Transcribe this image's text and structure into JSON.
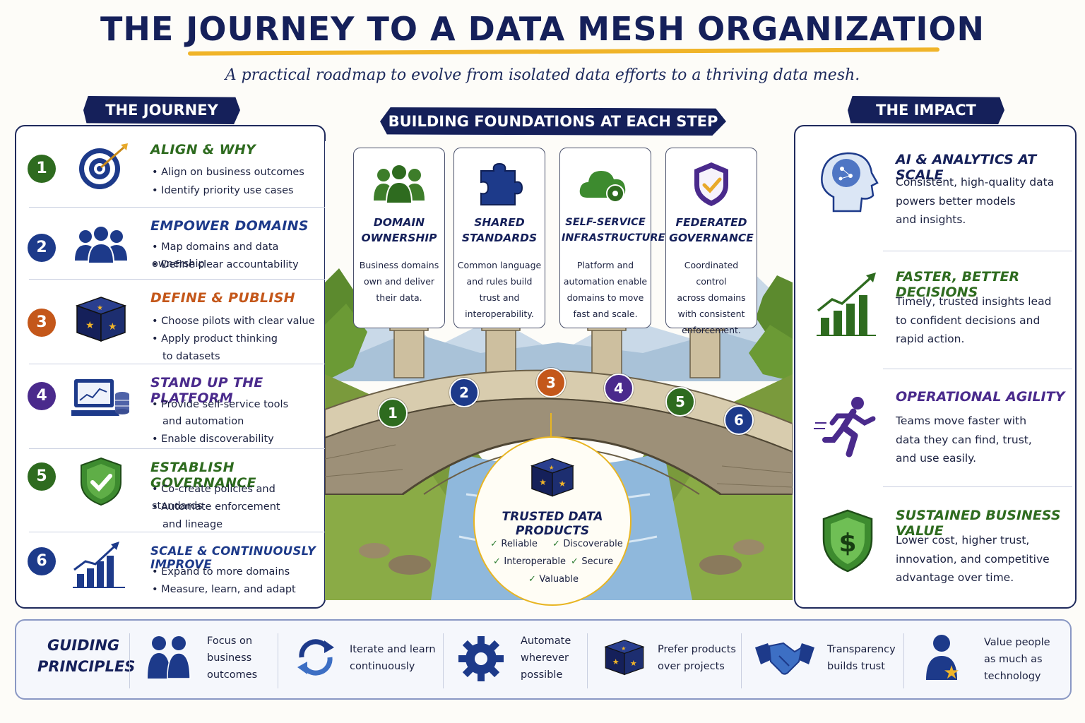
{
  "header": {
    "title": "THE JOURNEY TO A DATA MESH ORGANIZATION",
    "subtitle": "A practical roadmap to evolve from isolated data efforts to a thriving data mesh."
  },
  "journey": {
    "heading": "THE JOURNEY",
    "steps": [
      {
        "number": "1",
        "title": "ALIGN & WHY",
        "color": "#2e6b1f",
        "icon": "target-icon",
        "bullets": [
          "Align on business outcomes",
          "Identify priority use cases"
        ],
        "cont": ""
      },
      {
        "number": "2",
        "title": "EMPOWER DOMAINS",
        "color": "#1d3a8a",
        "icon": "team-icon",
        "bullets": [
          "Map domains and data ownership",
          "Define clear accountability"
        ],
        "cont": ""
      },
      {
        "number": "3",
        "title": "DEFINE & PUBLISH",
        "color": "#c4571a",
        "icon": "data-product-cube-icon",
        "bullets": [
          "Choose pilots with clear value",
          "Apply product thinking"
        ],
        "cont": "to datasets"
      },
      {
        "number": "4",
        "title": "STAND UP THE PLATFORM",
        "color": "#4a2a8c",
        "icon": "laptop-database-icon",
        "bullets": [
          "Provide self-service tools",
          "Enable discoverability"
        ],
        "cont": "and automation"
      },
      {
        "number": "5",
        "title": "ESTABLISH GOVERNANCE",
        "color": "#2e6b1f",
        "icon": "shield-check-icon",
        "bullets": [
          "Co-create policies and standards",
          "Automate enforcement"
        ],
        "cont": "and lineage"
      },
      {
        "number": "6",
        "title": "SCALE & CONTINUOUSLY IMPROVE",
        "color": "#1d3a8a",
        "icon": "growth-chart-icon",
        "bullets": [
          "Expand to more domains",
          "Measure, learn, and adapt"
        ],
        "cont": ""
      }
    ]
  },
  "foundations": {
    "heading": "BUILDING FOUNDATIONS AT EACH STEP",
    "cards": [
      {
        "title1": "DOMAIN",
        "title2": "OWNERSHIP",
        "desc": [
          "Business domains",
          "own and deliver",
          "their data."
        ],
        "icon": "people-group-icon"
      },
      {
        "title1": "SHARED",
        "title2": "STANDARDS",
        "desc": [
          "Common language",
          "and rules build",
          "trust and",
          "interoperability."
        ],
        "icon": "puzzle-icon"
      },
      {
        "title1": "SELF-SERVICE",
        "title2": "INFRASTRUCTURE",
        "desc": [
          "Platform and",
          "automation enable",
          "domains to move",
          "fast and scale."
        ],
        "icon": "cloud-gear-icon"
      },
      {
        "title1": "FEDERATED",
        "title2": "GOVERNANCE",
        "desc": [
          "Coordinated control",
          "across domains",
          "with consistent",
          "enforcement."
        ],
        "icon": "shield-check-icon"
      }
    ],
    "bridge_badges": [
      "1",
      "2",
      "3",
      "4",
      "5",
      "6"
    ],
    "trusted": {
      "title": "TRUSTED DATA PRODUCTS",
      "items": [
        "Reliable",
        "Discoverable",
        "Interoperable",
        "Secure",
        "Valuable"
      ]
    }
  },
  "impact": {
    "heading": "THE IMPACT",
    "items": [
      {
        "title": "AI & ANALYTICS AT SCALE",
        "color": "#15205a",
        "icon": "ai-head-icon",
        "desc": [
          "Consistent, high-quality data",
          "powers better models",
          "and insights."
        ]
      },
      {
        "title": "FASTER, BETTER DECISIONS",
        "color": "#2e6b1f",
        "icon": "growth-chart-icon",
        "desc": [
          "Timely, trusted insights lead",
          "to confident decisions and",
          "rapid action."
        ]
      },
      {
        "title": "OPERATIONAL AGILITY",
        "color": "#4a2a8c",
        "icon": "running-person-icon",
        "desc": [
          "Teams move faster with",
          "data they can find, trust,",
          "and use easily."
        ]
      },
      {
        "title": "SUSTAINED BUSINESS VALUE",
        "color": "#2e6b1f",
        "icon": "dollar-shield-icon",
        "desc": [
          "Lower cost, higher trust,",
          "innovation, and competitive",
          "advantage over time."
        ]
      }
    ]
  },
  "principles": {
    "heading1": "GUIDING",
    "heading2": "PRINCIPLES",
    "items": [
      {
        "lines": [
          "Focus on",
          "business",
          "outcomes"
        ],
        "icon": "people-pair-icon"
      },
      {
        "lines": [
          "Iterate and learn",
          "continuously"
        ],
        "icon": "cycle-arrows-icon"
      },
      {
        "lines": [
          "Automate",
          "wherever",
          "possible"
        ],
        "icon": "gear-icon"
      },
      {
        "lines": [
          "Prefer products",
          "over projects"
        ],
        "icon": "data-product-cube-icon"
      },
      {
        "lines": [
          "Transparency",
          "builds trust"
        ],
        "icon": "handshake-icon"
      },
      {
        "lines": [
          "Value people",
          "as much as",
          "technology"
        ],
        "icon": "person-star-icon"
      }
    ]
  }
}
